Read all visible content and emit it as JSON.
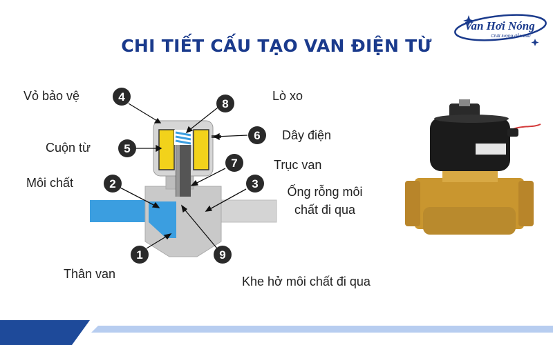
{
  "title": "CHI TIẾT CẤU TẠO VAN ĐIỆN TỪ",
  "colors": {
    "title": "#1a3a8c",
    "fluid": "#3b9ee0",
    "coil": "#f2d21b",
    "body": "#c9c9c9",
    "brand": "#1a3a8c",
    "band_dark": "#1e4a9a",
    "band_light": "#b7cdf0",
    "brass": "#c9962f",
    "solenoid": "#1b1b1b"
  },
  "logo": {
    "name": "Van Hơi Nóng",
    "tagline": "Chất lượng dẫn đầu"
  },
  "labels": {
    "protective_case": "Vỏ bảo vệ",
    "spring": "Lò xo",
    "wire": "Dây điện",
    "coil": "Cuộn từ",
    "stem": "Trục van",
    "medium": "Môi chất",
    "hollow_tube": "Ống rỗng môi chất đi qua",
    "valve_body": "Thân van",
    "gap": "Khe hở môi chất đi qua"
  },
  "markers": [
    "1",
    "2",
    "3",
    "4",
    "5",
    "6",
    "7",
    "8",
    "9"
  ]
}
